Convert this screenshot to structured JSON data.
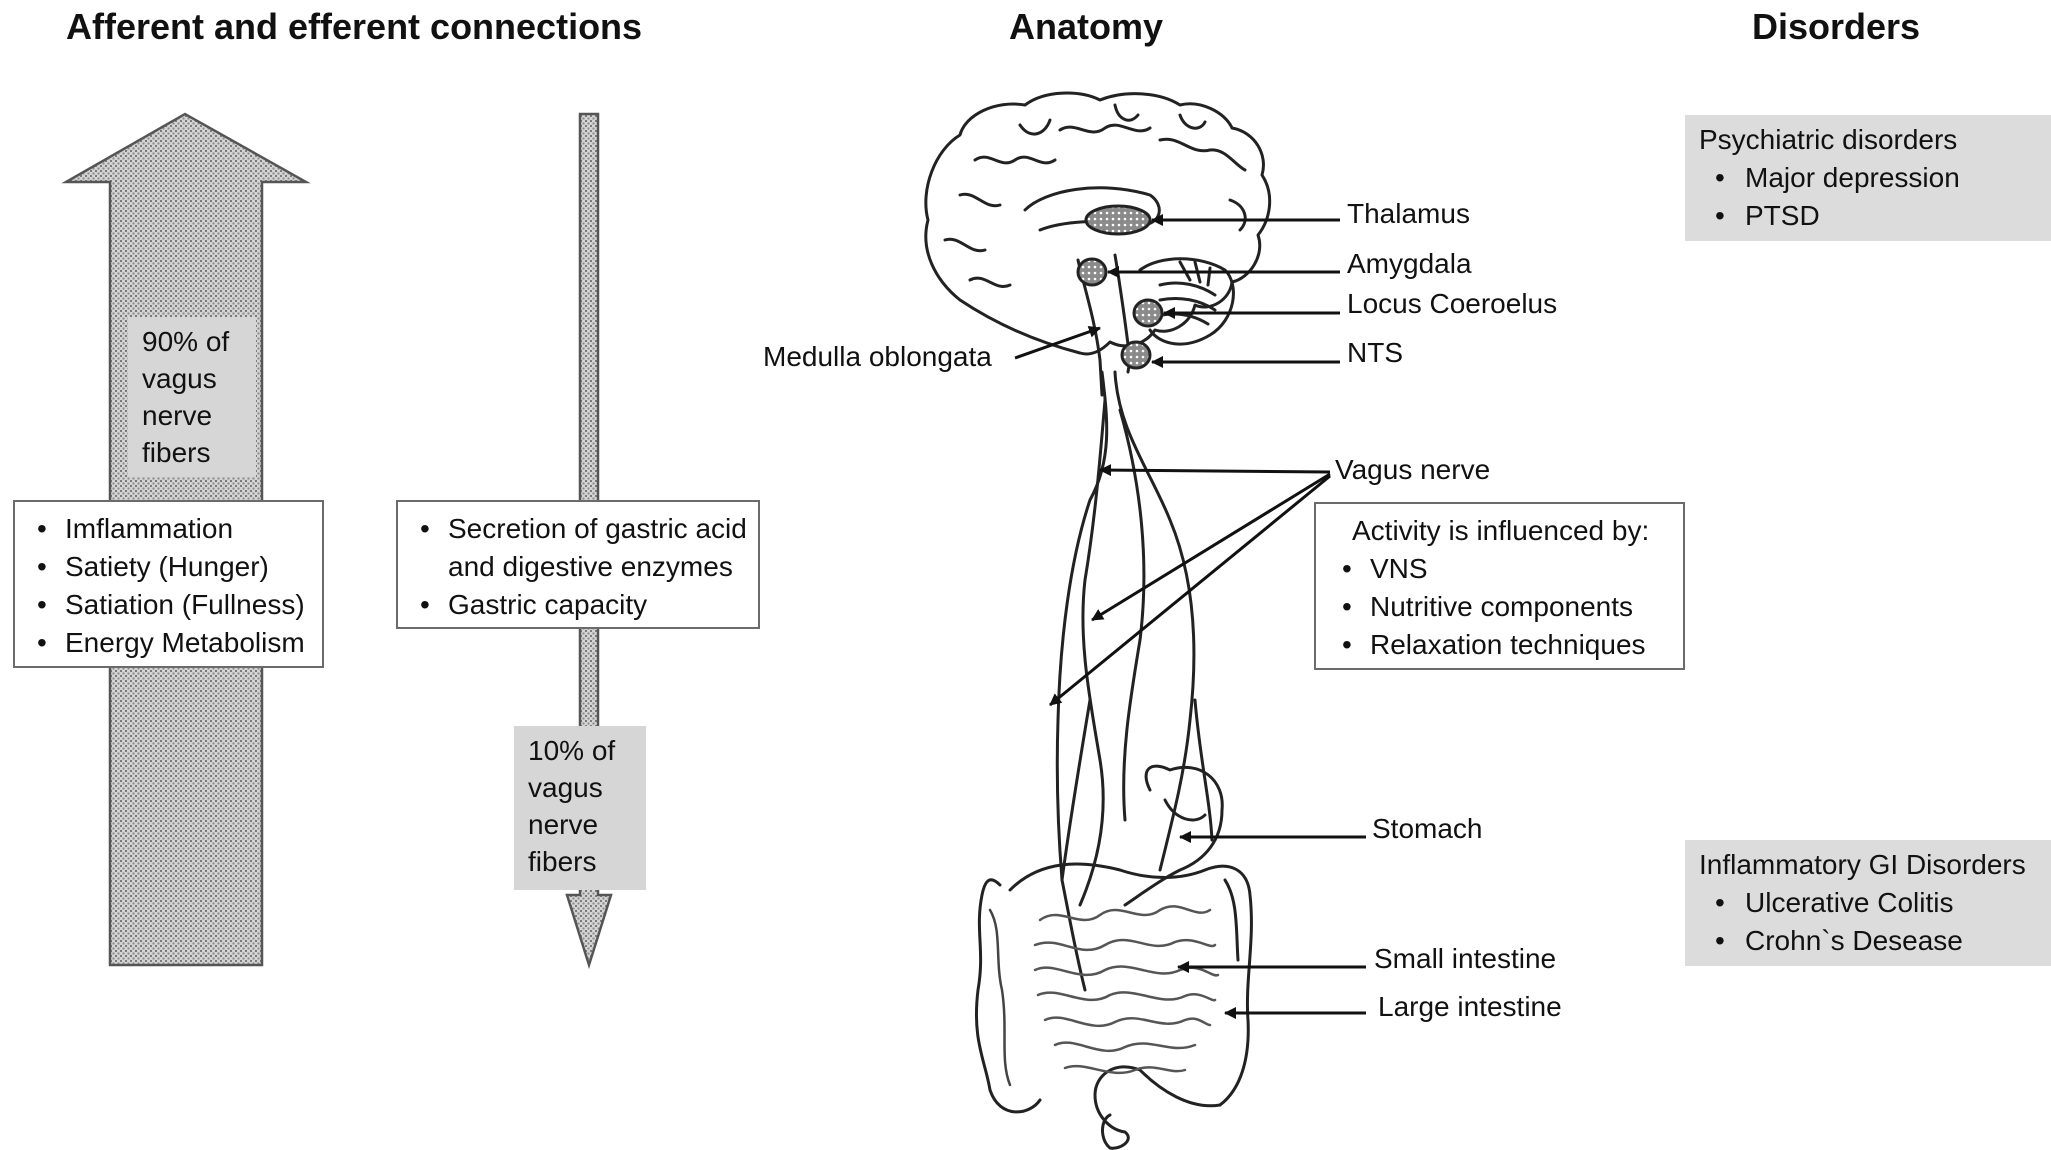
{
  "headings": {
    "left": "Afferent and efferent connections",
    "middle": "Anatomy",
    "right": "Disorders"
  },
  "afferent": {
    "percent_label": "90% of\nvagus\nnerve\nfibers",
    "items": [
      "Imflammation",
      "Satiety (Hunger)",
      "Satiation (Fullness)",
      "Energy Metabolism"
    ]
  },
  "efferent": {
    "percent_label": "10% of\nvagus\nnerve\nfibers",
    "items": [
      "Secretion of gastric acid and digestive enzymes",
      "Gastric capacity"
    ]
  },
  "anatomy_labels": {
    "thalamus": "Thalamus",
    "amygdala": "Amygdala",
    "locus": "Locus Coeroelus",
    "nts": "NTS",
    "medulla": "Medulla oblongata",
    "vagus": "Vagus nerve",
    "stomach": "Stomach",
    "small_intestine": "Small intestine",
    "large_intestine": "Large intestine"
  },
  "activity": {
    "title": "Activity is influenced by:",
    "items": [
      "VNS",
      "Nutritive components",
      "Relaxation techniques"
    ]
  },
  "disorders": {
    "psychiatric": {
      "title": "Psychiatric disorders",
      "items": [
        "Major depression",
        "PTSD"
      ]
    },
    "gi": {
      "title": "Inflammatory GI Disorders",
      "items": [
        "Ulcerative Colitis",
        "Crohn`s Desease"
      ]
    }
  }
}
